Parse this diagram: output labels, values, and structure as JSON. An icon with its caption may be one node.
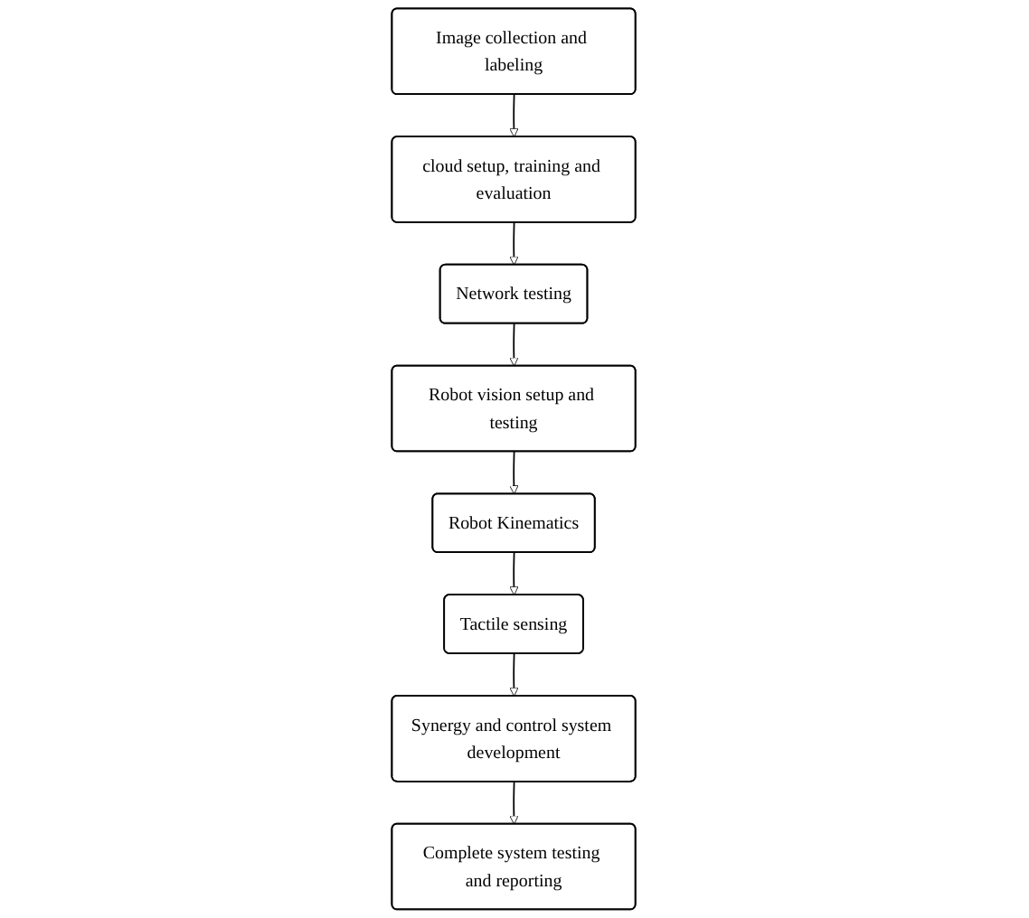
{
  "diagram": {
    "nodes": [
      {
        "text": [
          "Image collection and labeling"
        ]
      },
      {
        "text": [
          "cloud setup, training and evaluation"
        ]
      },
      {
        "text": [
          "Network testing"
        ]
      },
      {
        "text": [
          "Robot vision setup and testing"
        ]
      },
      {
        "text": [
          "Robot Kinematics"
        ]
      },
      {
        "text": [
          "Tactile sensing"
        ]
      },
      {
        "text": [
          "Synergy and control system development"
        ]
      },
      {
        "text": [
          "Complete system testing and reporting"
        ]
      }
    ],
    "edges": [
      {
        "from": 0,
        "to": 1,
        "arrow": "to"
      },
      {
        "from": 1,
        "to": 2,
        "arrow": "to"
      },
      {
        "from": 2,
        "to": 3,
        "arrow": "to"
      },
      {
        "from": 3,
        "to": 4,
        "arrow": "to"
      },
      {
        "from": 4,
        "to": 5,
        "arrow": "to"
      },
      {
        "from": 5,
        "to": 6,
        "arrow": "to"
      },
      {
        "from": 6,
        "to": 7,
        "arrow": "to"
      }
    ]
  }
}
